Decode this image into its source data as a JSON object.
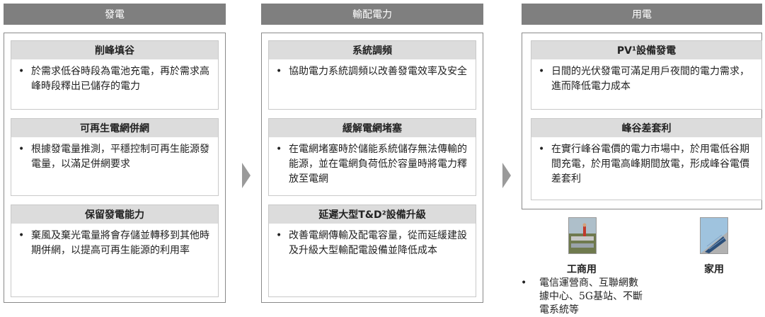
{
  "columns": [
    {
      "header": "發電",
      "cards": [
        {
          "title": "削峰填谷",
          "text": "於需求低谷時段為電池充電，再於需求高峰時段釋出已儲存的電力"
        },
        {
          "title": "可再生電網併網",
          "text": "根據發電量推測，平穩控制可再生能源發電量，以滿足併網要求"
        },
        {
          "title": "保留發電能力",
          "text": "棄風及棄光電量將會存儲並轉移到其他時期併網，以提高可再生能源的利用率"
        }
      ]
    },
    {
      "header": "輸配電力",
      "cards": [
        {
          "title": "系統調頻",
          "text": "協助電力系統調頻以改善發電效率及安全"
        },
        {
          "title": "緩解電網堵塞",
          "text": "在電網堵塞時於儲能系統儲存無法傳輸的能源，並在電網負荷低於容量時將電力釋放至電網"
        },
        {
          "title": "延遲大型T&D²設備升級",
          "text": "改善電網傳輸及配電容量，從而延緩建設及升級大型輸配電設備並降低成本"
        }
      ]
    },
    {
      "header": "用電",
      "cards": [
        {
          "title": "PV¹設備發電",
          "text": "日間的光伏發電可滿足用戶夜間的電力需求，進而降低電力成本"
        },
        {
          "title": "峰谷差套利",
          "text": "在實行峰谷電價的電力市場中，於用電低谷期間充電，於用電高峰期間放電，形成峰谷電價差套利"
        }
      ]
    }
  ],
  "bullet": "•",
  "uses": {
    "commercial": {
      "label": "工商用",
      "note": "電信運營商、互聯網數據中心、5G基站、不斷電系統等"
    },
    "household": {
      "label": "家用"
    }
  },
  "colors": {
    "header_bg": "#7f7f7f",
    "card_title_bg": "#dcdcdc",
    "arrow": "#9a9a9a"
  }
}
